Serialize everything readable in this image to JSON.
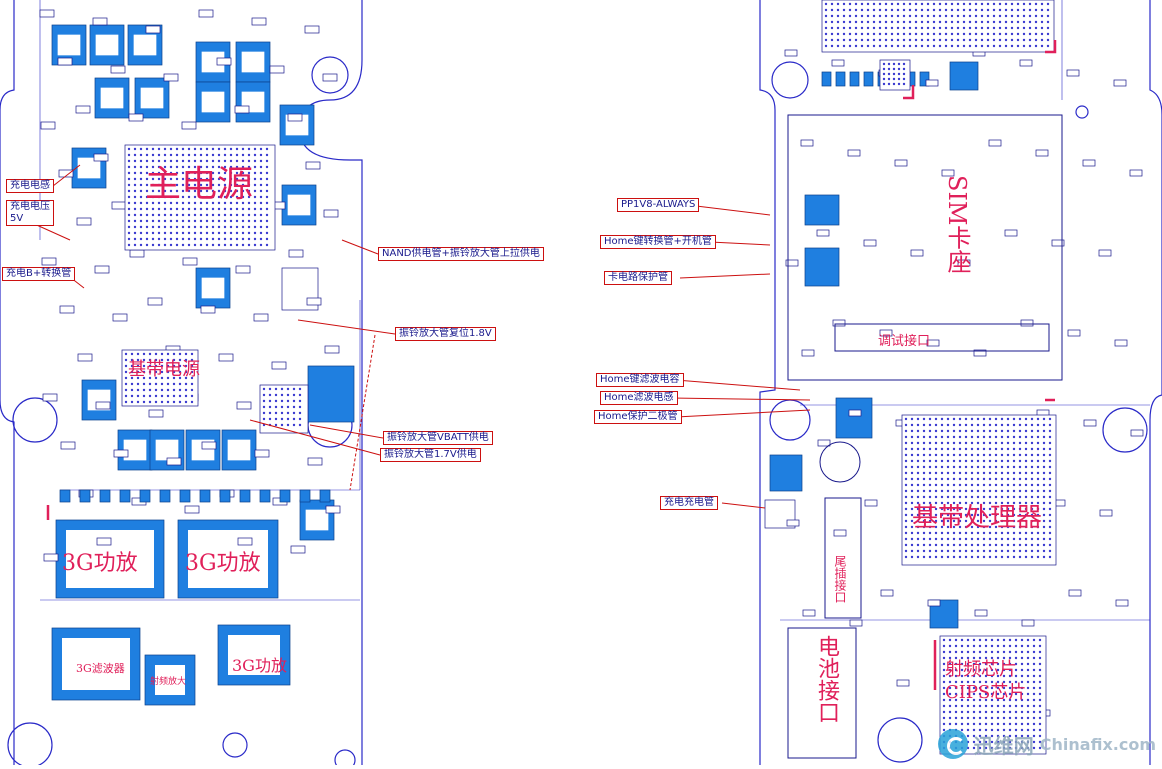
{
  "section_labels": {
    "main_power": "主电源",
    "baseband_power": "基带电源",
    "pa_3g_1": "3G功放",
    "pa_3g_2": "3G功放",
    "filter_3g": "3G滤波器",
    "pa_3g_3": "3G功放",
    "pa_chip_small": "射频放大",
    "sim_slot": "SIM卡座",
    "debug_port": "调试接口",
    "tail_port": "尾插接口",
    "battery_port": "电池接口",
    "baseband_cpu": "基带处理器",
    "rf_chip": "射频芯片",
    "cips_chip": "CIPS芯片"
  },
  "callouts": {
    "charge_inductor": "充电电感",
    "charge_voltage": "充电电压",
    "charge_voltage_sub": "5V",
    "charge_b_switch": "充电B+转换管",
    "nand_power": "NAND供电管+振铃放大管上拉供电",
    "ringer_reset": "振铃放大管复位1.8V",
    "ringer_vbatt": "振铃放大管VBATT供电",
    "ringer_17v": "振铃放大管1.7V供电",
    "pp1v8": "PP1V8-ALWAYS",
    "home_switch": "Home键转换管+开机管",
    "card_protect": "卡电路保护管",
    "home_filter_cap": "Home键滤波电容",
    "home_filter_ind": "Home滤波电感",
    "home_diode": "Home保护二极管",
    "charge_tube": "充电充电管"
  },
  "watermark": {
    "text": "迅维网",
    "sub": "Chinafix.com"
  },
  "colors": {
    "board_outline": "#2a2ac8",
    "component_blue": "#1f7fe0",
    "accent_red": "#e0205a",
    "callout_red": "#cc1010"
  }
}
